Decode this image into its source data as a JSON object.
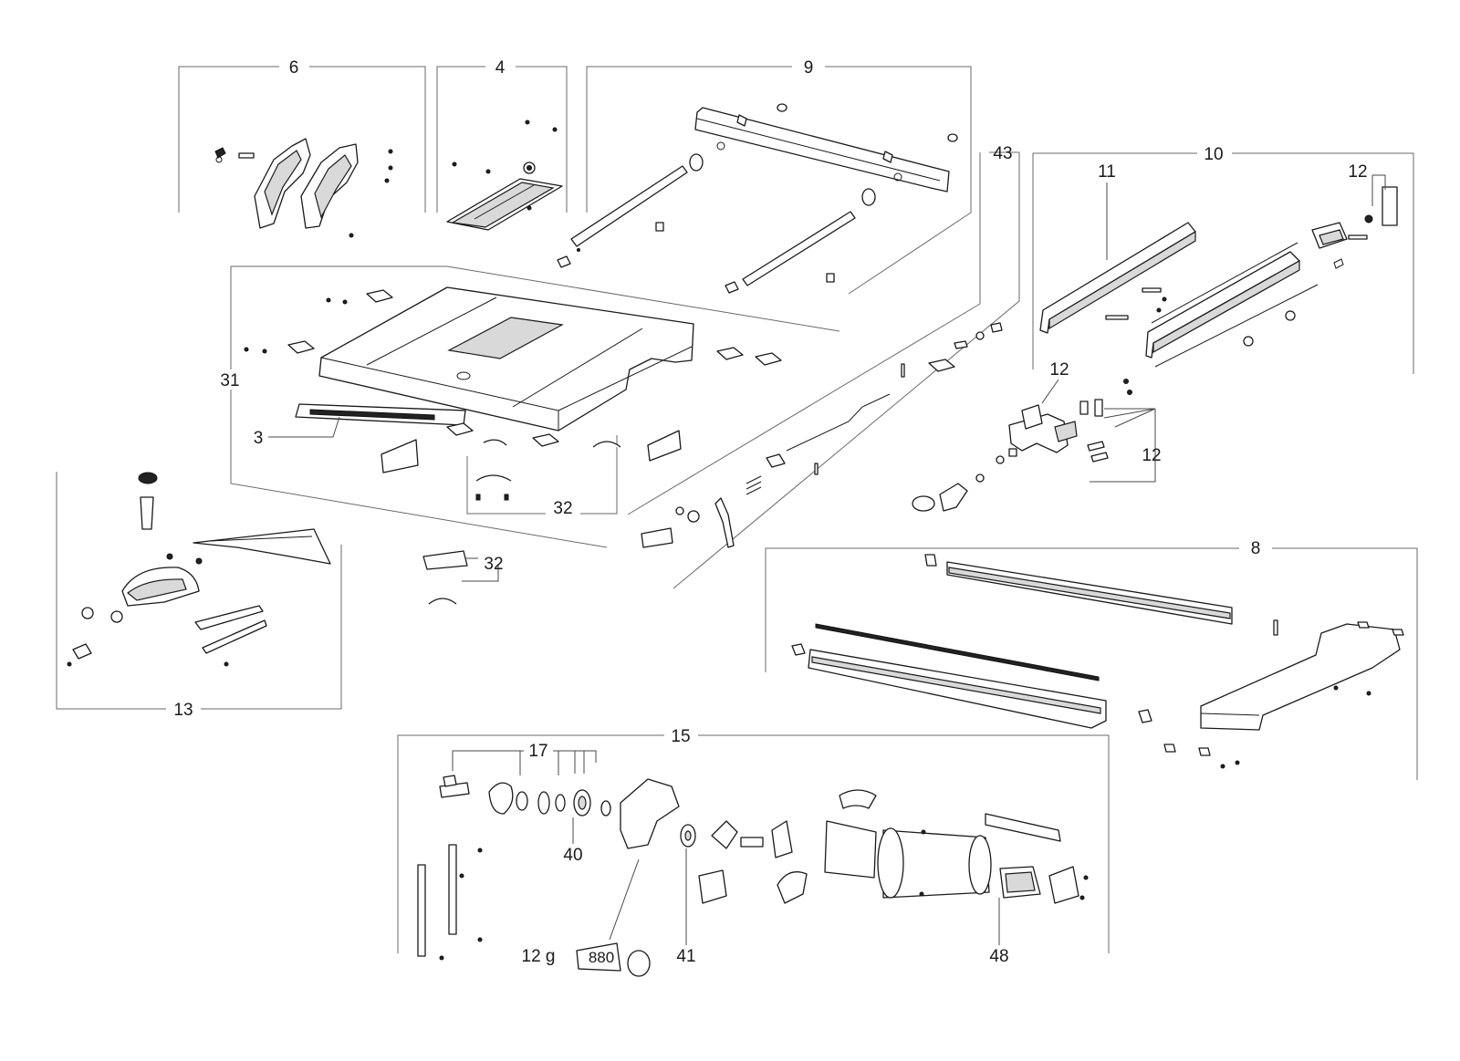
{
  "diagram": {
    "callouts": {
      "c6": "6",
      "c4": "4",
      "c9": "9",
      "c43": "43",
      "c10": "10",
      "c11": "11",
      "c12_top": "12",
      "c31": "31",
      "c3": "3",
      "c12_mid": "12",
      "c12_right": "12",
      "c32_a": "32",
      "c32_b": "32",
      "c13": "13",
      "c8": "8",
      "c15": "15",
      "c17": "17",
      "c40": "40",
      "c41": "41",
      "c48": "48",
      "grease_qty": "12 g",
      "grease_code": "880"
    }
  }
}
